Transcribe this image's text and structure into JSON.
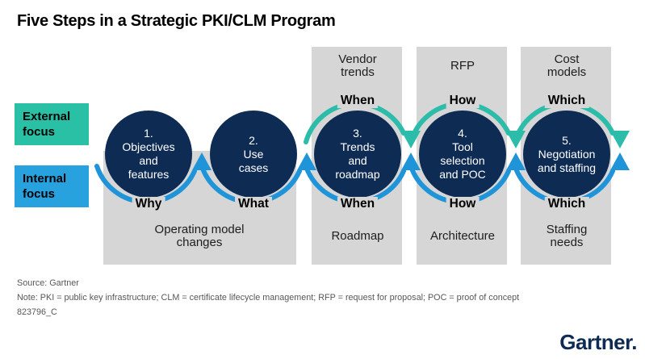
{
  "title": "Five Steps in a Strategic PKI/CLM Program",
  "focus_labels": {
    "external": "External\nfocus",
    "internal": "Internal\nfocus"
  },
  "operating_note": "Operating model\nchanges",
  "steps": [
    {
      "id": 1,
      "circle": "1.\nObjectives\nand\nfeatures",
      "question_below": "Why"
    },
    {
      "id": 2,
      "circle": "2.\nUse\ncases",
      "question_below": "What"
    },
    {
      "id": 3,
      "circle": "3.\nTrends\nand\nroadmap",
      "question_above": "When",
      "question_below": "When",
      "note_above": "Vendor\ntrends",
      "note_below": "Roadmap"
    },
    {
      "id": 4,
      "circle": "4.\nTool\nselection\nand POC",
      "question_above": "How",
      "question_below": "How",
      "note_above": "RFP",
      "note_below": "Architecture"
    },
    {
      "id": 5,
      "circle": "5.\nNegotiation\nand staffing",
      "question_above": "Which",
      "question_below": "Which",
      "note_above": "Cost\nmodels",
      "note_below": "Staffing\nneeds"
    }
  ],
  "footer": {
    "source": "Source: Gartner",
    "note": "Note: PKI = public key infrastructure; CLM = certificate lifecycle management; RFP = request for proposal; POC = proof of concept",
    "doc_id": "823796_C"
  },
  "logo": "Gartner.",
  "colors": {
    "navy": "#0e2b54",
    "teal": "#2bbcaa",
    "blue": "#2094d8",
    "teal_box": "#29c0a6",
    "blue_box": "#28a2df",
    "gray_box": "#d6d6d6",
    "text_dark": "#1d1d1f",
    "footer_gray": "#55575a"
  }
}
